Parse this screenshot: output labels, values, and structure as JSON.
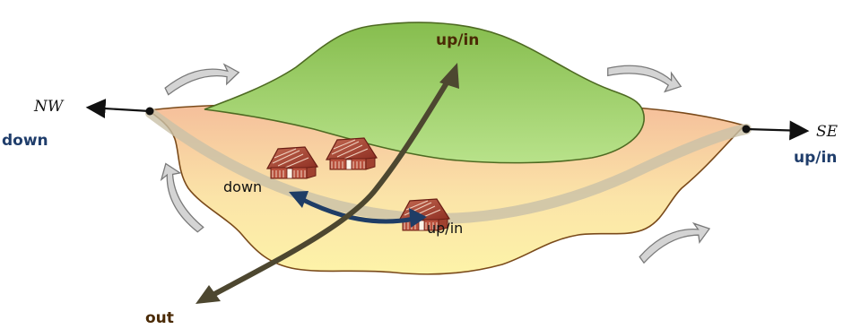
{
  "labels": {
    "top_up_in": "up/in",
    "out": "out",
    "nw": "NW",
    "nw_down": "down",
    "se": "SE",
    "se_up_in": "up/in",
    "village_down": "down",
    "village_up_in": "up/in"
  },
  "colors": {
    "label_brown": "#4a2a05",
    "label_blue": "#1f3d6b",
    "hill_green": "#9bce6a",
    "land_yellow": "#fdf0a6",
    "land_orange": "#f7c9a2",
    "axis_arrow": "#4d4730",
    "village_arrow": "#1f3d66",
    "rotation_arrow": "#c8c8c8",
    "hut": "#9c3a2a"
  },
  "icons": [
    "hut-icon",
    "rotation-arrow-icon"
  ]
}
